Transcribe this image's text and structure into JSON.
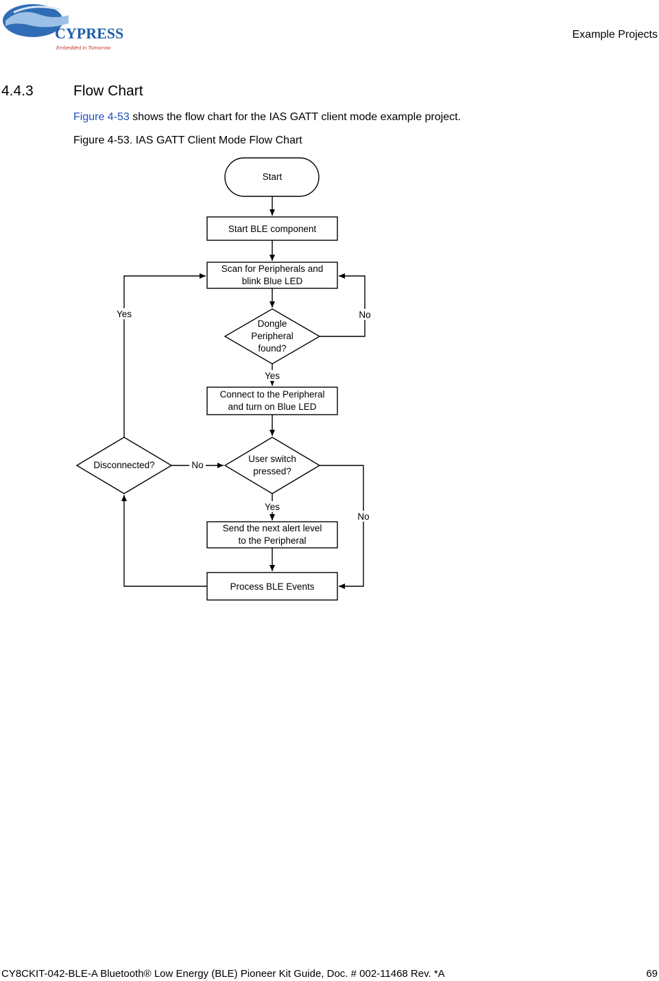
{
  "header": {
    "logo_text": "CYPRESS",
    "logo_tagline": "Embedded in Tomorrow",
    "section_name": "Example Projects"
  },
  "section": {
    "number": "4.4.3",
    "title": "Flow Chart"
  },
  "body": {
    "link_text": "Figure 4-53",
    "text": " shows the flow chart for the IAS GATT client mode example project."
  },
  "figure": {
    "caption": "Figure 4-53.  IAS GATT Client Mode Flow Chart"
  },
  "flowchart": {
    "start": "Start",
    "start_ble": "Start BLE component",
    "scan_line1": "Scan for Peripherals and",
    "scan_line2": "blink Blue LED",
    "dongle_line1": "Dongle",
    "dongle_line2": "Peripheral",
    "dongle_line3": "found?",
    "connect_line1": "Connect to the Peripheral",
    "connect_line2": "and turn on Blue LED",
    "switch_line1": "User switch",
    "switch_line2": "pressed?",
    "send_line1": "Send the next alert level",
    "send_line2": "to the Peripheral",
    "process": "Process BLE Events",
    "disconnected": "Disconnected?",
    "label_yes_left": "Yes",
    "label_no_right": "No",
    "label_yes_dongle": "Yes",
    "label_no_disc": "No",
    "label_yes_switch": "Yes",
    "label_no_switch": "No"
  },
  "footer": {
    "doc": "CY8CKIT-042-BLE-A Bluetooth® Low Energy (BLE) Pioneer Kit Guide, Doc. # 002-11468 Rev. *A",
    "page": "69"
  },
  "colors": {
    "link": "#1f4fc1",
    "logo_blue": "#1c5ea8",
    "logo_red": "#c0392b"
  }
}
